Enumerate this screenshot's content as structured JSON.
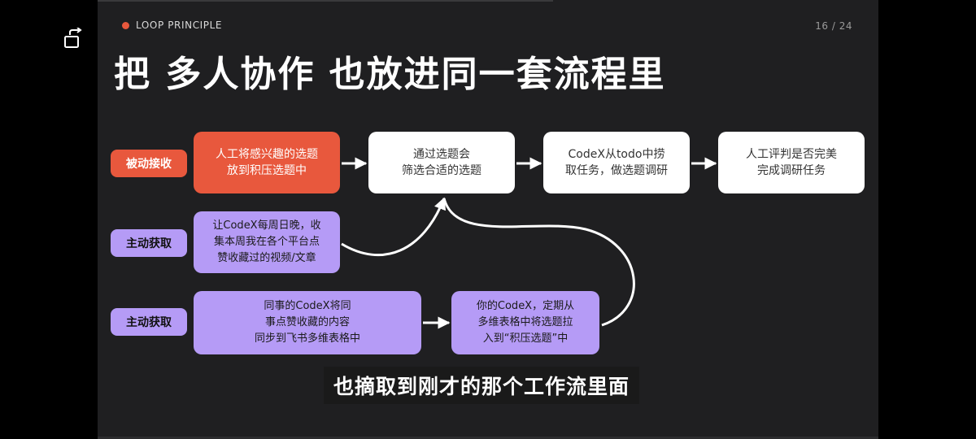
{
  "slide": {
    "kicker": "LOOP PRINCIPLE",
    "page": "16 / 24",
    "title": "把 多人协作 也放进同一套流程里"
  },
  "tags": {
    "passive": "被动接收",
    "active_1": "主动获取",
    "active_2": "主动获取"
  },
  "boxes": {
    "manual_add": "人工将感兴趣的选题\n放到积压选题中",
    "filter": "通过选题会\n筛选合适的选题",
    "codex_todo": "CodeX从todo中捞\n取任务，做选题调研",
    "review": "人工评判是否完美\n完成调研任务",
    "weekly_collect": "让CodeX每周日晚，收\n集本周我在各个平台点\n赞收藏过的视频/文章",
    "colleague_sync": "同事的CodeX将同\n事点赞收藏的内容\n同步到飞书多维表格中",
    "my_codex": "你的CodeX，定期从\n多维表格中将选题拉\n入到“积压选题”中"
  },
  "caption": "也摘取到刚才的那个工作流里面",
  "colors": {
    "accent_red": "#e8583d",
    "accent_purple": "#b59bf6",
    "slide_bg": "#1f1f21"
  },
  "icons": {
    "rotate": "rotate-screen-icon",
    "kicker_dot": "red-dot-icon"
  }
}
